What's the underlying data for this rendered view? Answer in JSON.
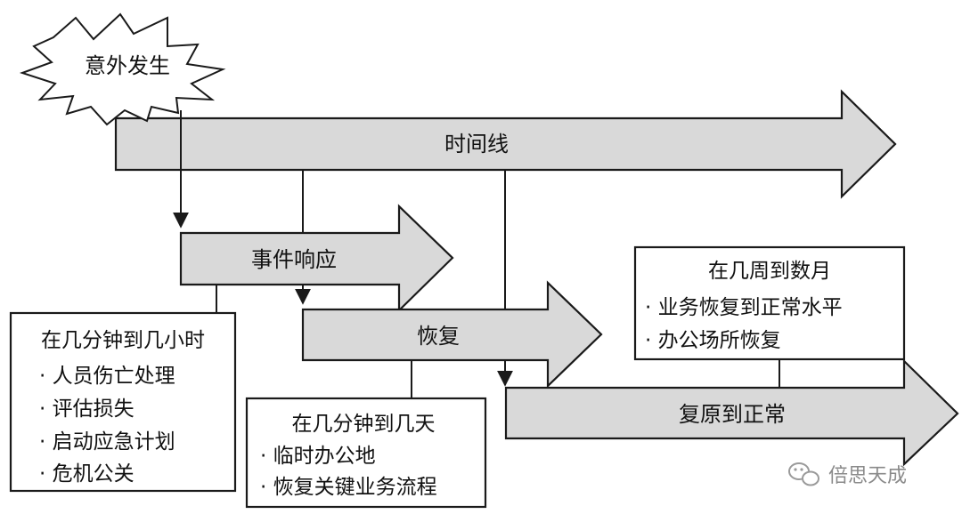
{
  "event": {
    "label": "意外发生"
  },
  "timeline": {
    "label": "时间线"
  },
  "phases": [
    {
      "label": "事件响应"
    },
    {
      "label": "恢复"
    },
    {
      "label": "复原到正常"
    }
  ],
  "notes": [
    {
      "title": "在几分钟到几小时",
      "items": [
        "· 人员伤亡处理",
        "· 评估损失",
        "· 启动应急计划",
        "· 危机公关"
      ]
    },
    {
      "title": "在几分钟到几天",
      "items": [
        "· 临时办公地",
        "· 恢复关键业务流程"
      ]
    },
    {
      "title": "在几周到数月",
      "items": [
        "· 业务恢复到正常水平",
        "· 办公场所恢复"
      ]
    }
  ],
  "watermark": {
    "text": "倍思天成",
    "icon": "wechat-icon"
  },
  "colors": {
    "arrow_fill": "#d9d9d9",
    "stroke": "#1a1a1a",
    "background": "#ffffff"
  }
}
